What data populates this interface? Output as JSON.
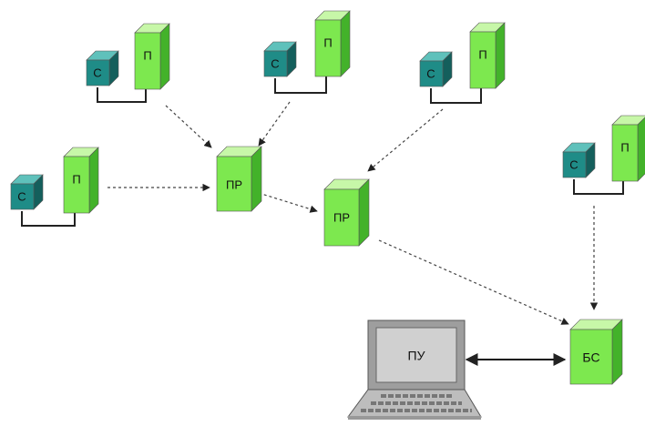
{
  "labels": {
    "sensor": "С",
    "node": "П",
    "router": "ПР",
    "base_station": "БС",
    "control": "ПУ"
  },
  "colors": {
    "sensor_front": "#1f8c87",
    "sensor_side": "#145f5c",
    "sensor_top": "#5fc1bb",
    "node_front": "#7de84f",
    "node_side": "#43b22a",
    "node_top": "#c7f7a8",
    "laptop_frame": "#9e9e9e",
    "laptop_screen": "#d0d0d0"
  }
}
